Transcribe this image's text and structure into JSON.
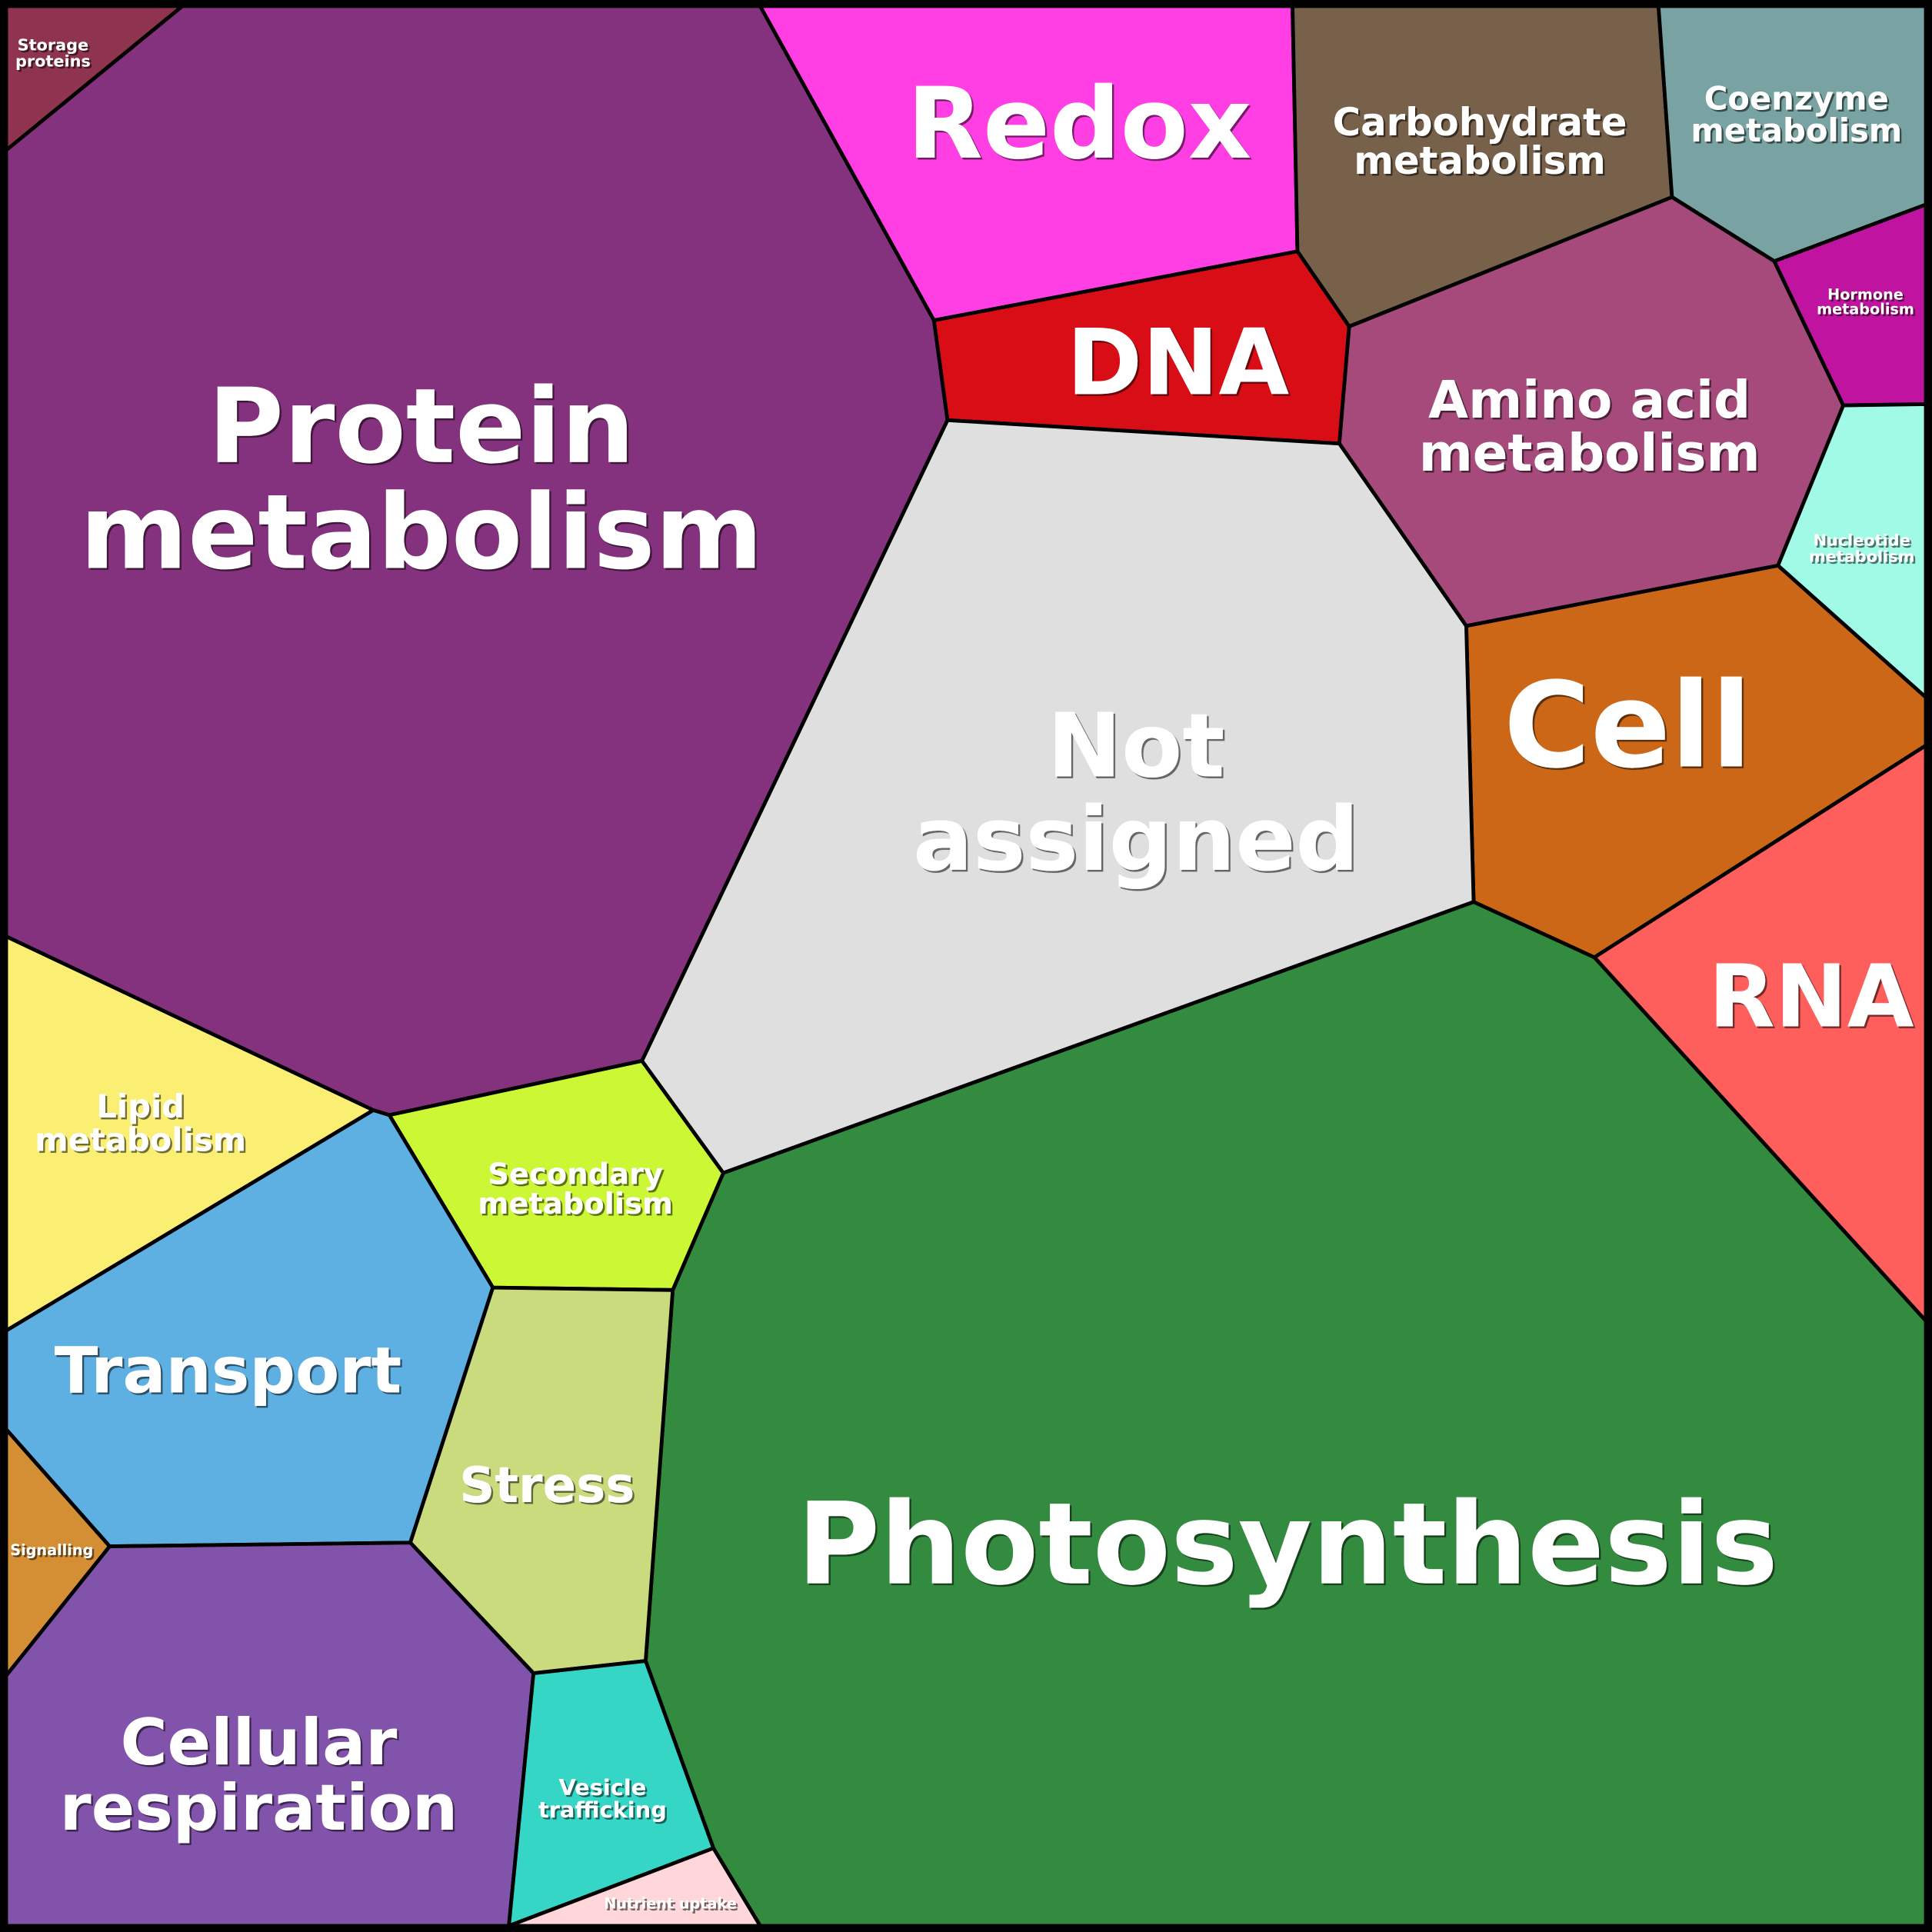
{
  "title": "Functional category Voronoi treemap",
  "colors": {
    "storage": "#8E344F",
    "protein": "#85327E",
    "redox": "#FF3EE3",
    "carbohydrate": "#78614A",
    "coenzyme": "#78A3A2",
    "dna": "#D90D16",
    "amino": "#A64A7B",
    "hormone": "#C014A0",
    "nucleotide": "#A0FAE6",
    "cell": "#CB6717",
    "rna": "#FF5F5C",
    "notassigned": "#DFDFDF",
    "photosynthesis": "#338B3F",
    "lipid": "#FAEF73",
    "secondary": "#CCF734",
    "transport": "#5FB0E2",
    "stress": "#C9DB7C",
    "signalling": "#D48F35",
    "respiration": "#8253AA",
    "vesicle": "#36D6C6",
    "nutrient": "#FFD6DA"
  },
  "labels": {
    "storage": [
      "Storage",
      "proteins"
    ],
    "protein": [
      "Protein",
      "metabolism"
    ],
    "redox": [
      "Redox"
    ],
    "carbohydrate": [
      "Carbohydrate",
      "metabolism"
    ],
    "coenzyme": [
      "Coenzyme",
      "metabolism"
    ],
    "dna": [
      "DNA"
    ],
    "amino": [
      "Amino acid",
      "metabolism"
    ],
    "hormone": [
      "Hormone",
      "metabolism"
    ],
    "nucleotide": [
      "Nucleotide",
      "metabolism"
    ],
    "cell": [
      "Cell"
    ],
    "rna": [
      "RNA"
    ],
    "notassigned": [
      "Not",
      "assigned"
    ],
    "photosynthesis": [
      "Photosynthesis"
    ],
    "lipid": [
      "Lipid",
      "metabolism"
    ],
    "secondary": [
      "Secondary",
      "metabolism"
    ],
    "transport": [
      "Transport"
    ],
    "stress": [
      "Stress"
    ],
    "signalling": [
      "Signalling"
    ],
    "respiration": [
      "Cellular",
      "respiration"
    ],
    "vesicle": [
      "Vesicle",
      "trafficking"
    ],
    "nutrient": [
      "Nutrient uptake"
    ]
  }
}
